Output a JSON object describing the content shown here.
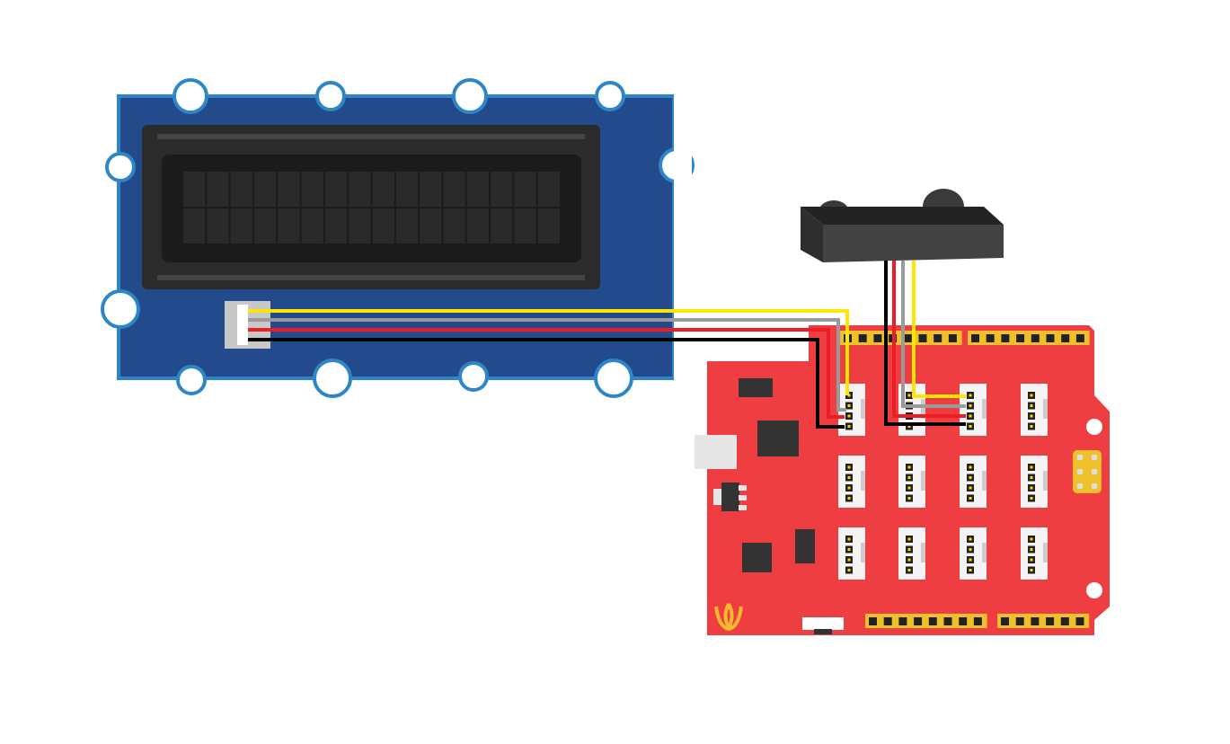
{
  "colors": {
    "lcd_board": "#234b8b",
    "lcd_border": "#2e86c8",
    "shield_board": "#ee3e42",
    "header": "#f0c02a",
    "wire_yellow": "#ffe600",
    "wire_gray": "#9a9a9a",
    "wire_red": "#ee1c25",
    "wire_black": "#000000",
    "sensor_body": "#3a3a3a"
  },
  "lcd": {
    "rows": 2,
    "columns": 16
  },
  "shield": {
    "grove_ports": 12
  }
}
